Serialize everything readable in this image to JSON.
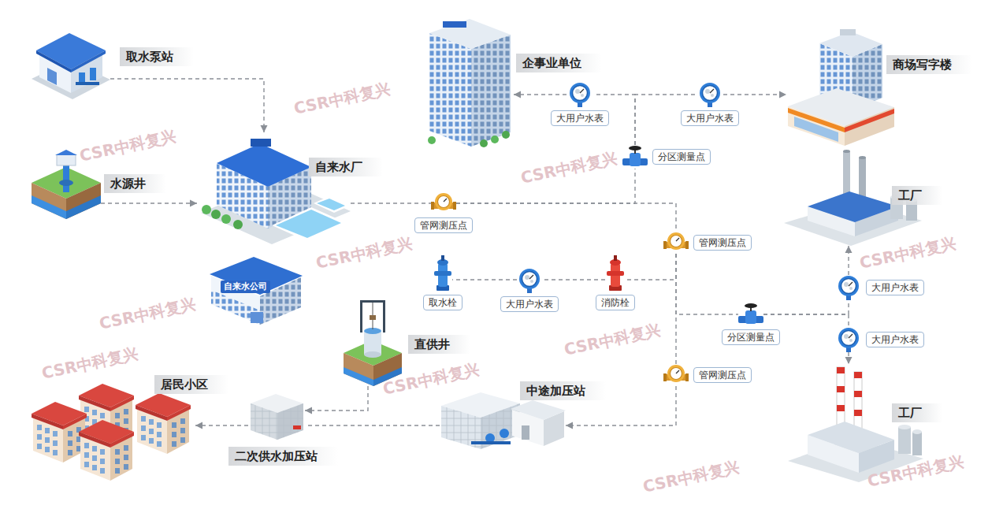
{
  "diagram": {
    "nodes": [
      {
        "text": [
          "取水泵站"
        ]
      },
      {
        "text": [
          "水源井"
        ]
      },
      {
        "text": [
          "自来水厂"
        ]
      },
      {
        "text": [
          "自来水公司"
        ]
      },
      {
        "text": [
          "直供井"
        ]
      },
      {
        "text": [
          "居民小区"
        ]
      },
      {
        "text": [
          "二次供水加压站"
        ]
      },
      {
        "text": [
          "中途加压站"
        ]
      },
      {
        "text": [
          "企事业单位"
        ]
      },
      {
        "text": [
          "商场写字楼"
        ]
      },
      {
        "text": [
          "工厂"
        ]
      },
      {
        "text": [
          "工厂"
        ]
      },
      {
        "text": [
          "大用户水表"
        ]
      },
      {
        "text": [
          "大用户水表"
        ]
      },
      {
        "text": [
          "分区测量点"
        ]
      },
      {
        "text": [
          "管网测压点"
        ]
      },
      {
        "text": [
          "管网测压点"
        ]
      },
      {
        "text": [
          "取水栓"
        ]
      },
      {
        "text": [
          "大用户水表"
        ]
      },
      {
        "text": [
          "消防栓"
        ]
      },
      {
        "text": [
          "分区测量点"
        ]
      },
      {
        "text": [
          "大用户水表"
        ]
      },
      {
        "text": [
          "大用户水表"
        ]
      },
      {
        "text": [
          "管网测压点"
        ]
      }
    ],
    "edges": [
      {
        "from": 0,
        "to": 2,
        "arrow": "to"
      },
      {
        "from": 1,
        "to": 2,
        "arrow": "to"
      },
      {
        "from": 2,
        "to": 15,
        "arrow": "none"
      },
      {
        "from": 15,
        "to": 14,
        "arrow": "none"
      },
      {
        "from": 14,
        "to": 12,
        "arrow": "none"
      },
      {
        "from": 12,
        "to": 8,
        "arrow": "to"
      },
      {
        "from": 14,
        "to": 13,
        "arrow": "none"
      },
      {
        "from": 13,
        "to": 9,
        "arrow": "to"
      },
      {
        "from": 15,
        "to": 16,
        "arrow": "none"
      },
      {
        "from": 16,
        "to": 19,
        "arrow": "none"
      },
      {
        "from": 19,
        "to": 18,
        "arrow": "none"
      },
      {
        "from": 18,
        "to": 17,
        "arrow": "none"
      },
      {
        "from": 16,
        "to": 20,
        "arrow": "none"
      },
      {
        "from": 20,
        "to": 21,
        "arrow": "none"
      },
      {
        "from": 21,
        "to": 10,
        "arrow": "to"
      },
      {
        "from": 20,
        "to": 22,
        "arrow": "none"
      },
      {
        "from": 22,
        "to": 11,
        "arrow": "to"
      },
      {
        "from": 16,
        "to": 23,
        "arrow": "none"
      },
      {
        "from": 23,
        "to": 7,
        "arrow": "to"
      },
      {
        "from": 7,
        "to": 6,
        "arrow": "none"
      },
      {
        "from": 4,
        "to": 6,
        "arrow": "to"
      },
      {
        "from": 6,
        "to": 5,
        "arrow": "to"
      }
    ],
    "labels": [
      "CSR中科复兴",
      "CSR中科复兴",
      "CSR中科复兴",
      "CSR中科复兴",
      "CSR中科复兴",
      "CSR中科复兴",
      "CSR中科复兴",
      "CSR中科复兴",
      "CSR中科复兴",
      "CSR中科复兴",
      "CSR中科复兴"
    ]
  }
}
